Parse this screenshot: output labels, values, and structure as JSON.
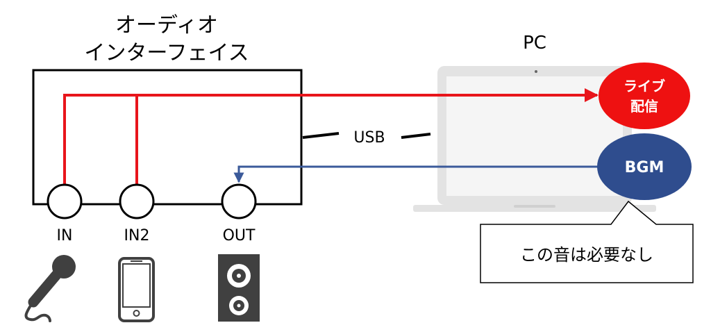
{
  "device": {
    "title_line1": "オーディオ",
    "title_line2": "インターフェイス"
  },
  "pc": {
    "label": "PC"
  },
  "connection": {
    "label": "USB"
  },
  "ports": {
    "in1": "IN",
    "in2": "IN2",
    "out": "OUT"
  },
  "bubbles": {
    "live_line1": "ライブ",
    "live_line2": "配信",
    "bgm": "BGM"
  },
  "callout": {
    "text": "この音は必要なし"
  },
  "colors": {
    "signal_red": "#e8151b",
    "signal_blue": "#3b5a9a",
    "live_bubble": "#ee1111",
    "bgm_bubble": "#2f4d8e",
    "laptop_gray": "#e3e3e3",
    "icon_dark": "#404040"
  },
  "icons": {
    "microphone": "microphone-icon",
    "smartphone": "smartphone-icon",
    "speaker": "speaker-icon",
    "laptop": "laptop-icon"
  }
}
